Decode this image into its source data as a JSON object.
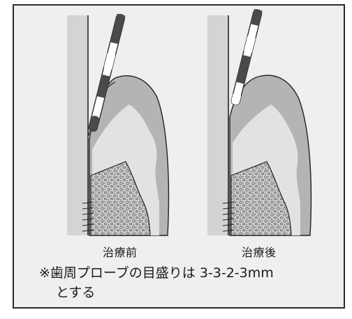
{
  "panels": [
    {
      "caption": "治療前"
    },
    {
      "caption": "治療後"
    }
  ],
  "note": {
    "line1": "※歯周プローブの目盛りは 3-3-2-3mm",
    "line2": "とする"
  },
  "colors": {
    "frame_bg": "#efefef",
    "gingiva": "#b5b5b5",
    "tooth": "#d6d6d6",
    "bone": "#c9c9c9",
    "probe_mark": "#3a3a3a"
  }
}
